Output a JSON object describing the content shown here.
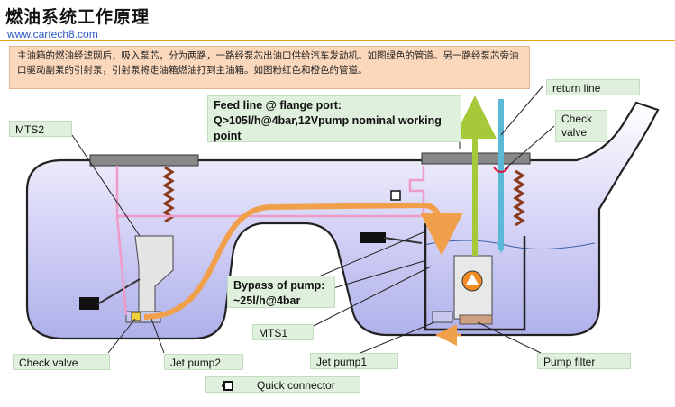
{
  "page": {
    "title": "燃油系统工作原理",
    "watermark": "www.cartech8.com",
    "description": "主油箱的燃油经滤网后，吸入泵芯，分为两路，一路经泵芯出油口供给汽车发动机。如图绿色的管道。另一路经泵芯旁油口驱动副泵的引射泵，引射泵将走油箱燃油打到主油箱。如图粉红色和橙色的管道。"
  },
  "labels": {
    "feed_line": "Feed line @ flange port:\nQ>105l/h@4bar,12Vpump nominal working point",
    "return_line": "return line",
    "check_valve_top": "Check valve",
    "mts2": "MTS2",
    "bypass": "Bypass of pump:\n~25l/h@4bar",
    "mts1": "MTS1",
    "check_valve_bottom": "Check valve",
    "jet_pump2": "Jet pump2",
    "jet_pump1": "Jet pump1",
    "pump_filter": "Pump filter",
    "quick_connector": "Quick connector"
  },
  "colors": {
    "feed_green": "#a6c93a",
    "return_blue": "#5bb8d6",
    "jet_pink": "#ef9ac8",
    "jet_orange": "#f0a04a",
    "tank_blue": "#dcdaf6",
    "accent": "#e0a81a"
  }
}
